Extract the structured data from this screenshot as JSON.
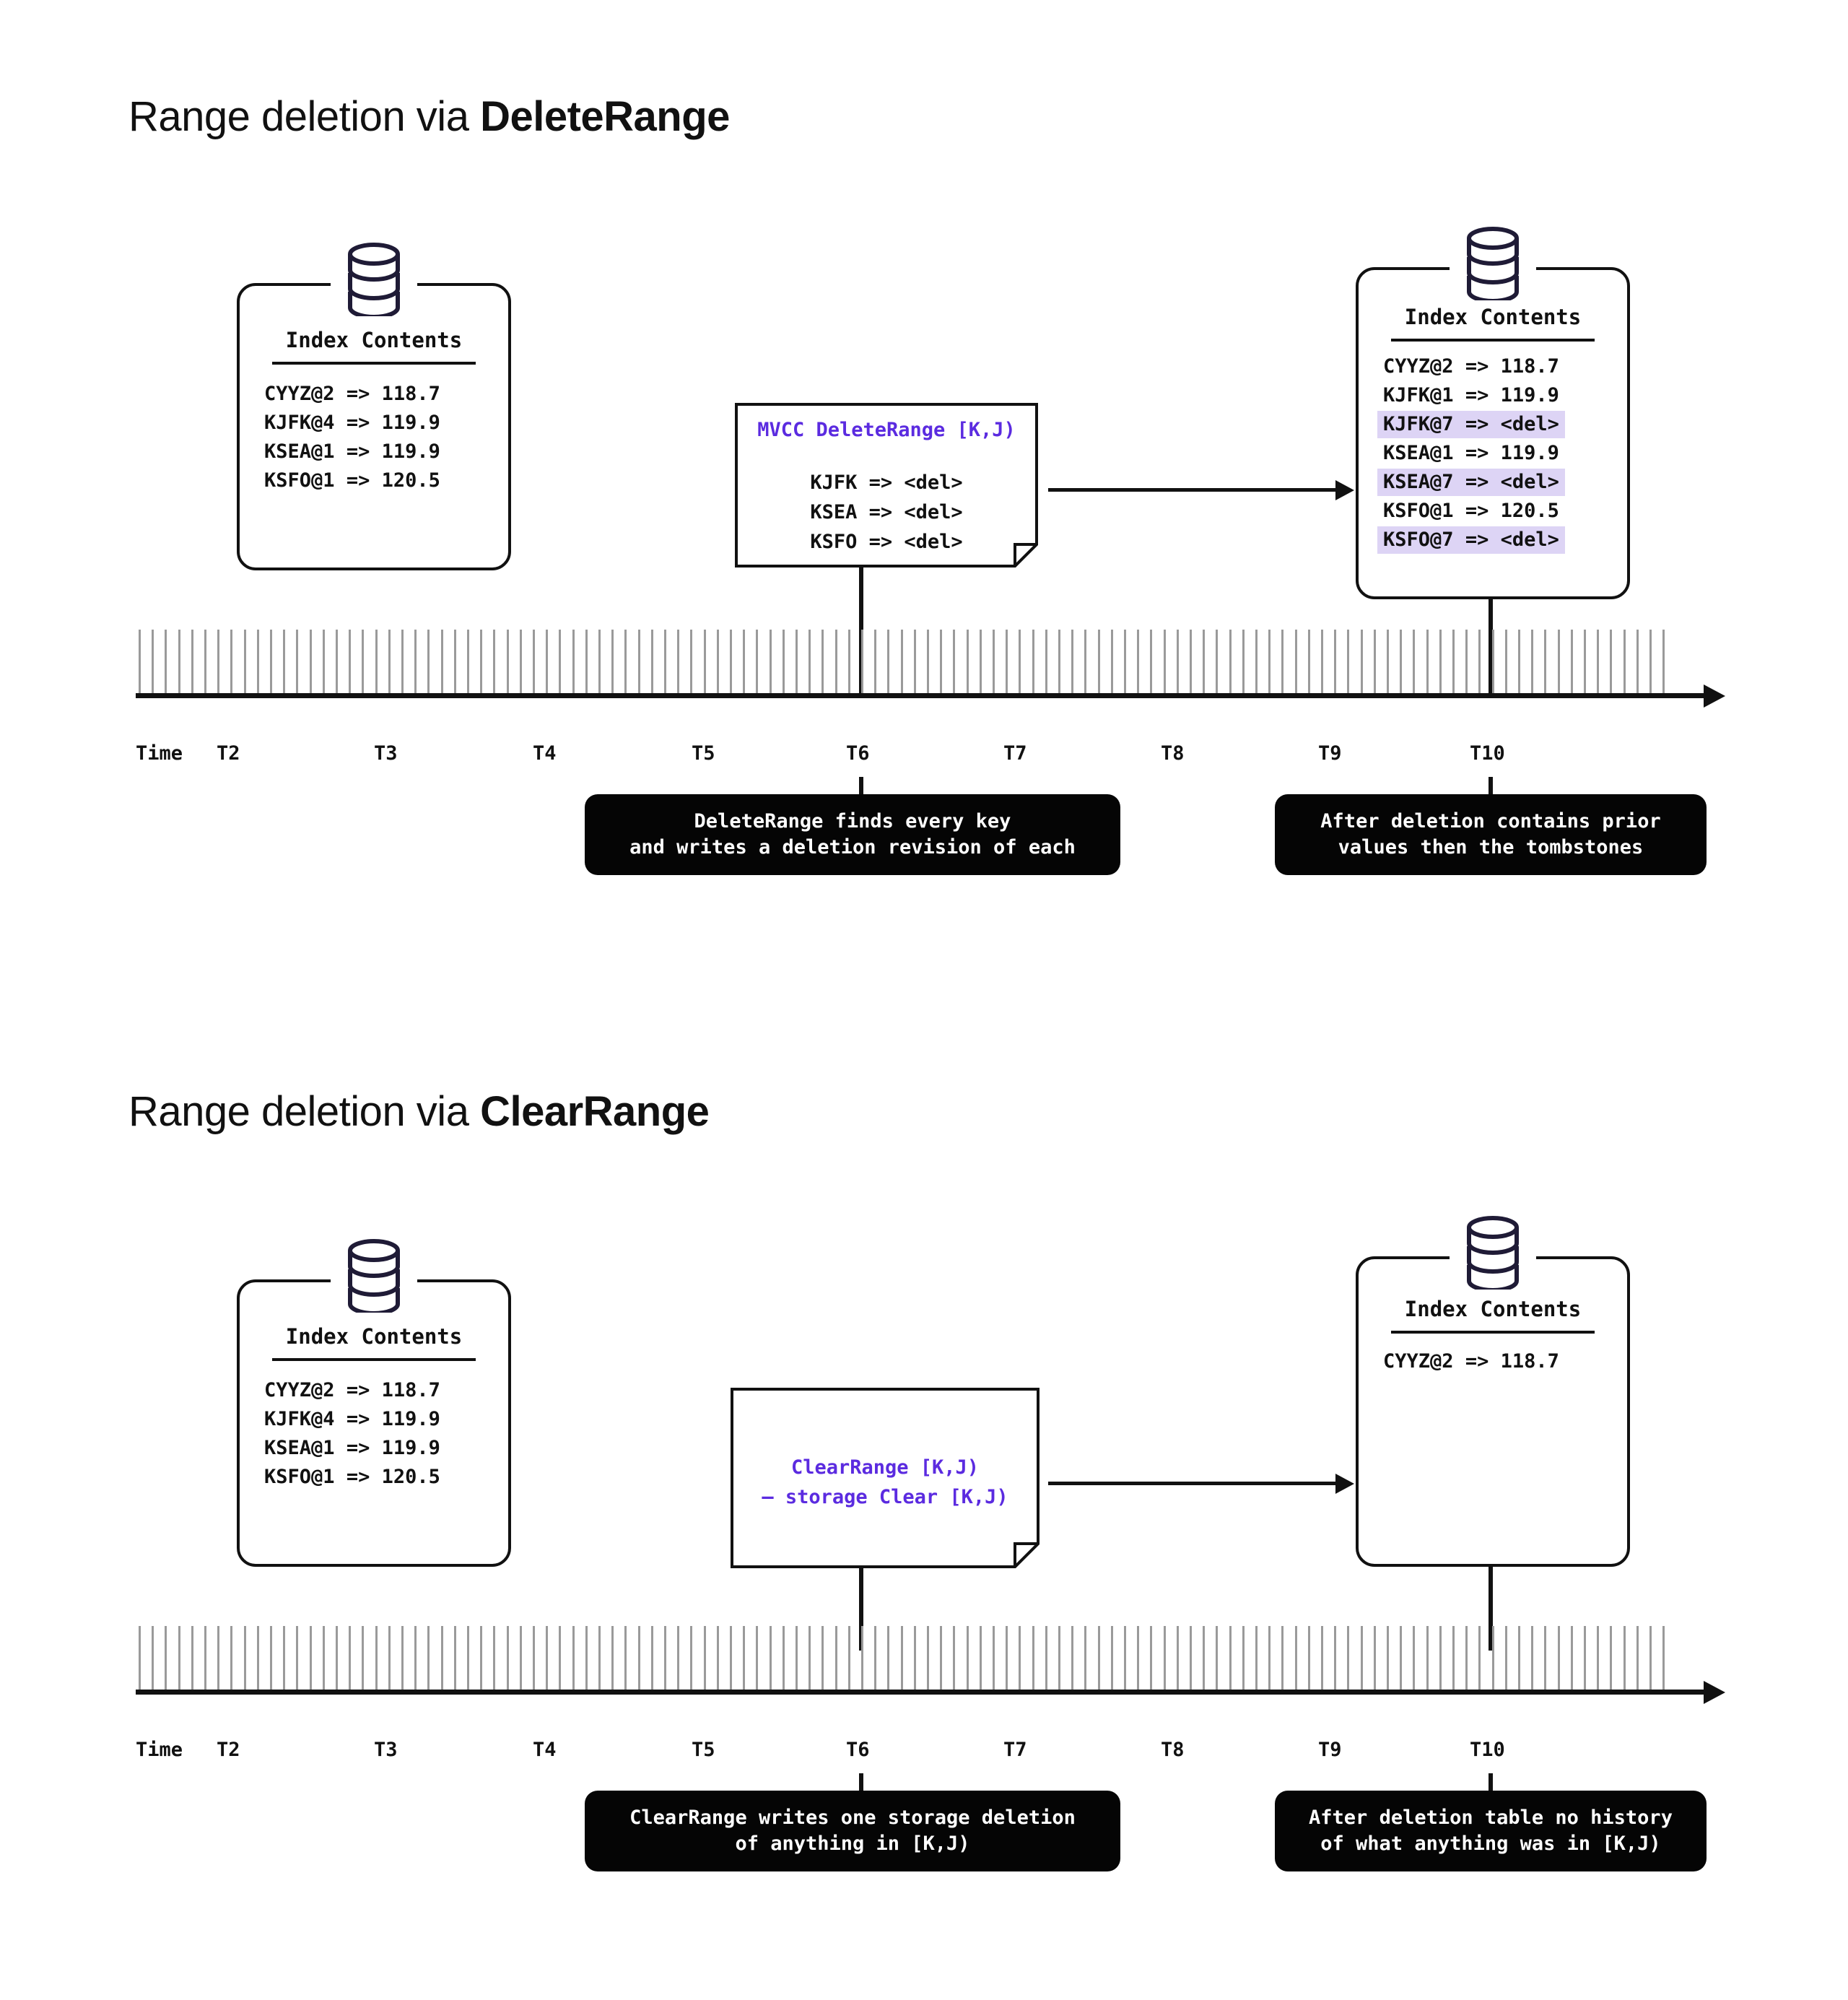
{
  "sections": [
    {
      "title_plain": "Range deletion via ",
      "title_bold": "DeleteRange",
      "before_card": {
        "icon": "database-icon",
        "title": "Index Contents",
        "rows": [
          {
            "text": "CYYZ@2 => 118.7",
            "highlight": false
          },
          {
            "text": "KJFK@4 => 119.9",
            "highlight": false
          },
          {
            "text": "KSEA@1 => 119.9",
            "highlight": false
          },
          {
            "text": "KSFO@1 => 120.5",
            "highlight": false
          }
        ]
      },
      "note": {
        "heading": "MVCC DeleteRange [K,J)",
        "lines": "KJFK => <del>\nKSEA => <del>\nKSFO => <del>"
      },
      "after_card": {
        "icon": "database-icon",
        "title": "Index Contents",
        "rows": [
          {
            "text": "CYYZ@2 => 118.7",
            "highlight": false
          },
          {
            "text": "KJFK@1 => 119.9",
            "highlight": false
          },
          {
            "text": "KJFK@7 => <del>",
            "highlight": true
          },
          {
            "text": "KSEA@1 => 119.9",
            "highlight": false
          },
          {
            "text": "KSEA@7 => <del>",
            "highlight": true
          },
          {
            "text": "KSFO@1 => 120.5",
            "highlight": false
          },
          {
            "text": "KSFO@7 => <del>",
            "highlight": true
          }
        ]
      },
      "timeline": {
        "labels": [
          "Time",
          "T2",
          "T3",
          "T4",
          "T5",
          "T6",
          "T7",
          "T8",
          "T9",
          "T10"
        ]
      },
      "callouts": [
        {
          "text": "DeleteRange finds every key\nand writes a deletion revision of each"
        },
        {
          "text": "After deletion contains prior\nvalues then the tombstones"
        }
      ]
    },
    {
      "title_plain": "Range deletion via ",
      "title_bold": "ClearRange",
      "before_card": {
        "icon": "database-icon",
        "title": "Index Contents",
        "rows": [
          {
            "text": "CYYZ@2 => 118.7",
            "highlight": false
          },
          {
            "text": "KJFK@4 => 119.9",
            "highlight": false
          },
          {
            "text": "KSEA@1 => 119.9",
            "highlight": false
          },
          {
            "text": "KSFO@1 => 120.5",
            "highlight": false
          }
        ]
      },
      "note": {
        "heading": "ClearRange [K,J)",
        "lines": "— storage Clear [K,J)"
      },
      "after_card": {
        "icon": "database-icon",
        "title": "Index Contents",
        "rows": [
          {
            "text": "CYYZ@2 => 118.7",
            "highlight": false
          }
        ]
      },
      "timeline": {
        "labels": [
          "Time",
          "T2",
          "T3",
          "T4",
          "T5",
          "T6",
          "T7",
          "T8",
          "T9",
          "T10"
        ]
      },
      "callouts": [
        {
          "text": "ClearRange writes one storage deletion\nof anything in [K,J)"
        },
        {
          "text": "After deletion table no history\nof what anything was in [K,J)"
        }
      ]
    }
  ],
  "colors": {
    "accent_purple": "#5b2be0",
    "highlight_bg": "#ddd4f5",
    "ink": "#111111",
    "db_icon": "#1f1b36",
    "tick_gray": "#9a9a9a",
    "callout_bg": "#050505"
  }
}
